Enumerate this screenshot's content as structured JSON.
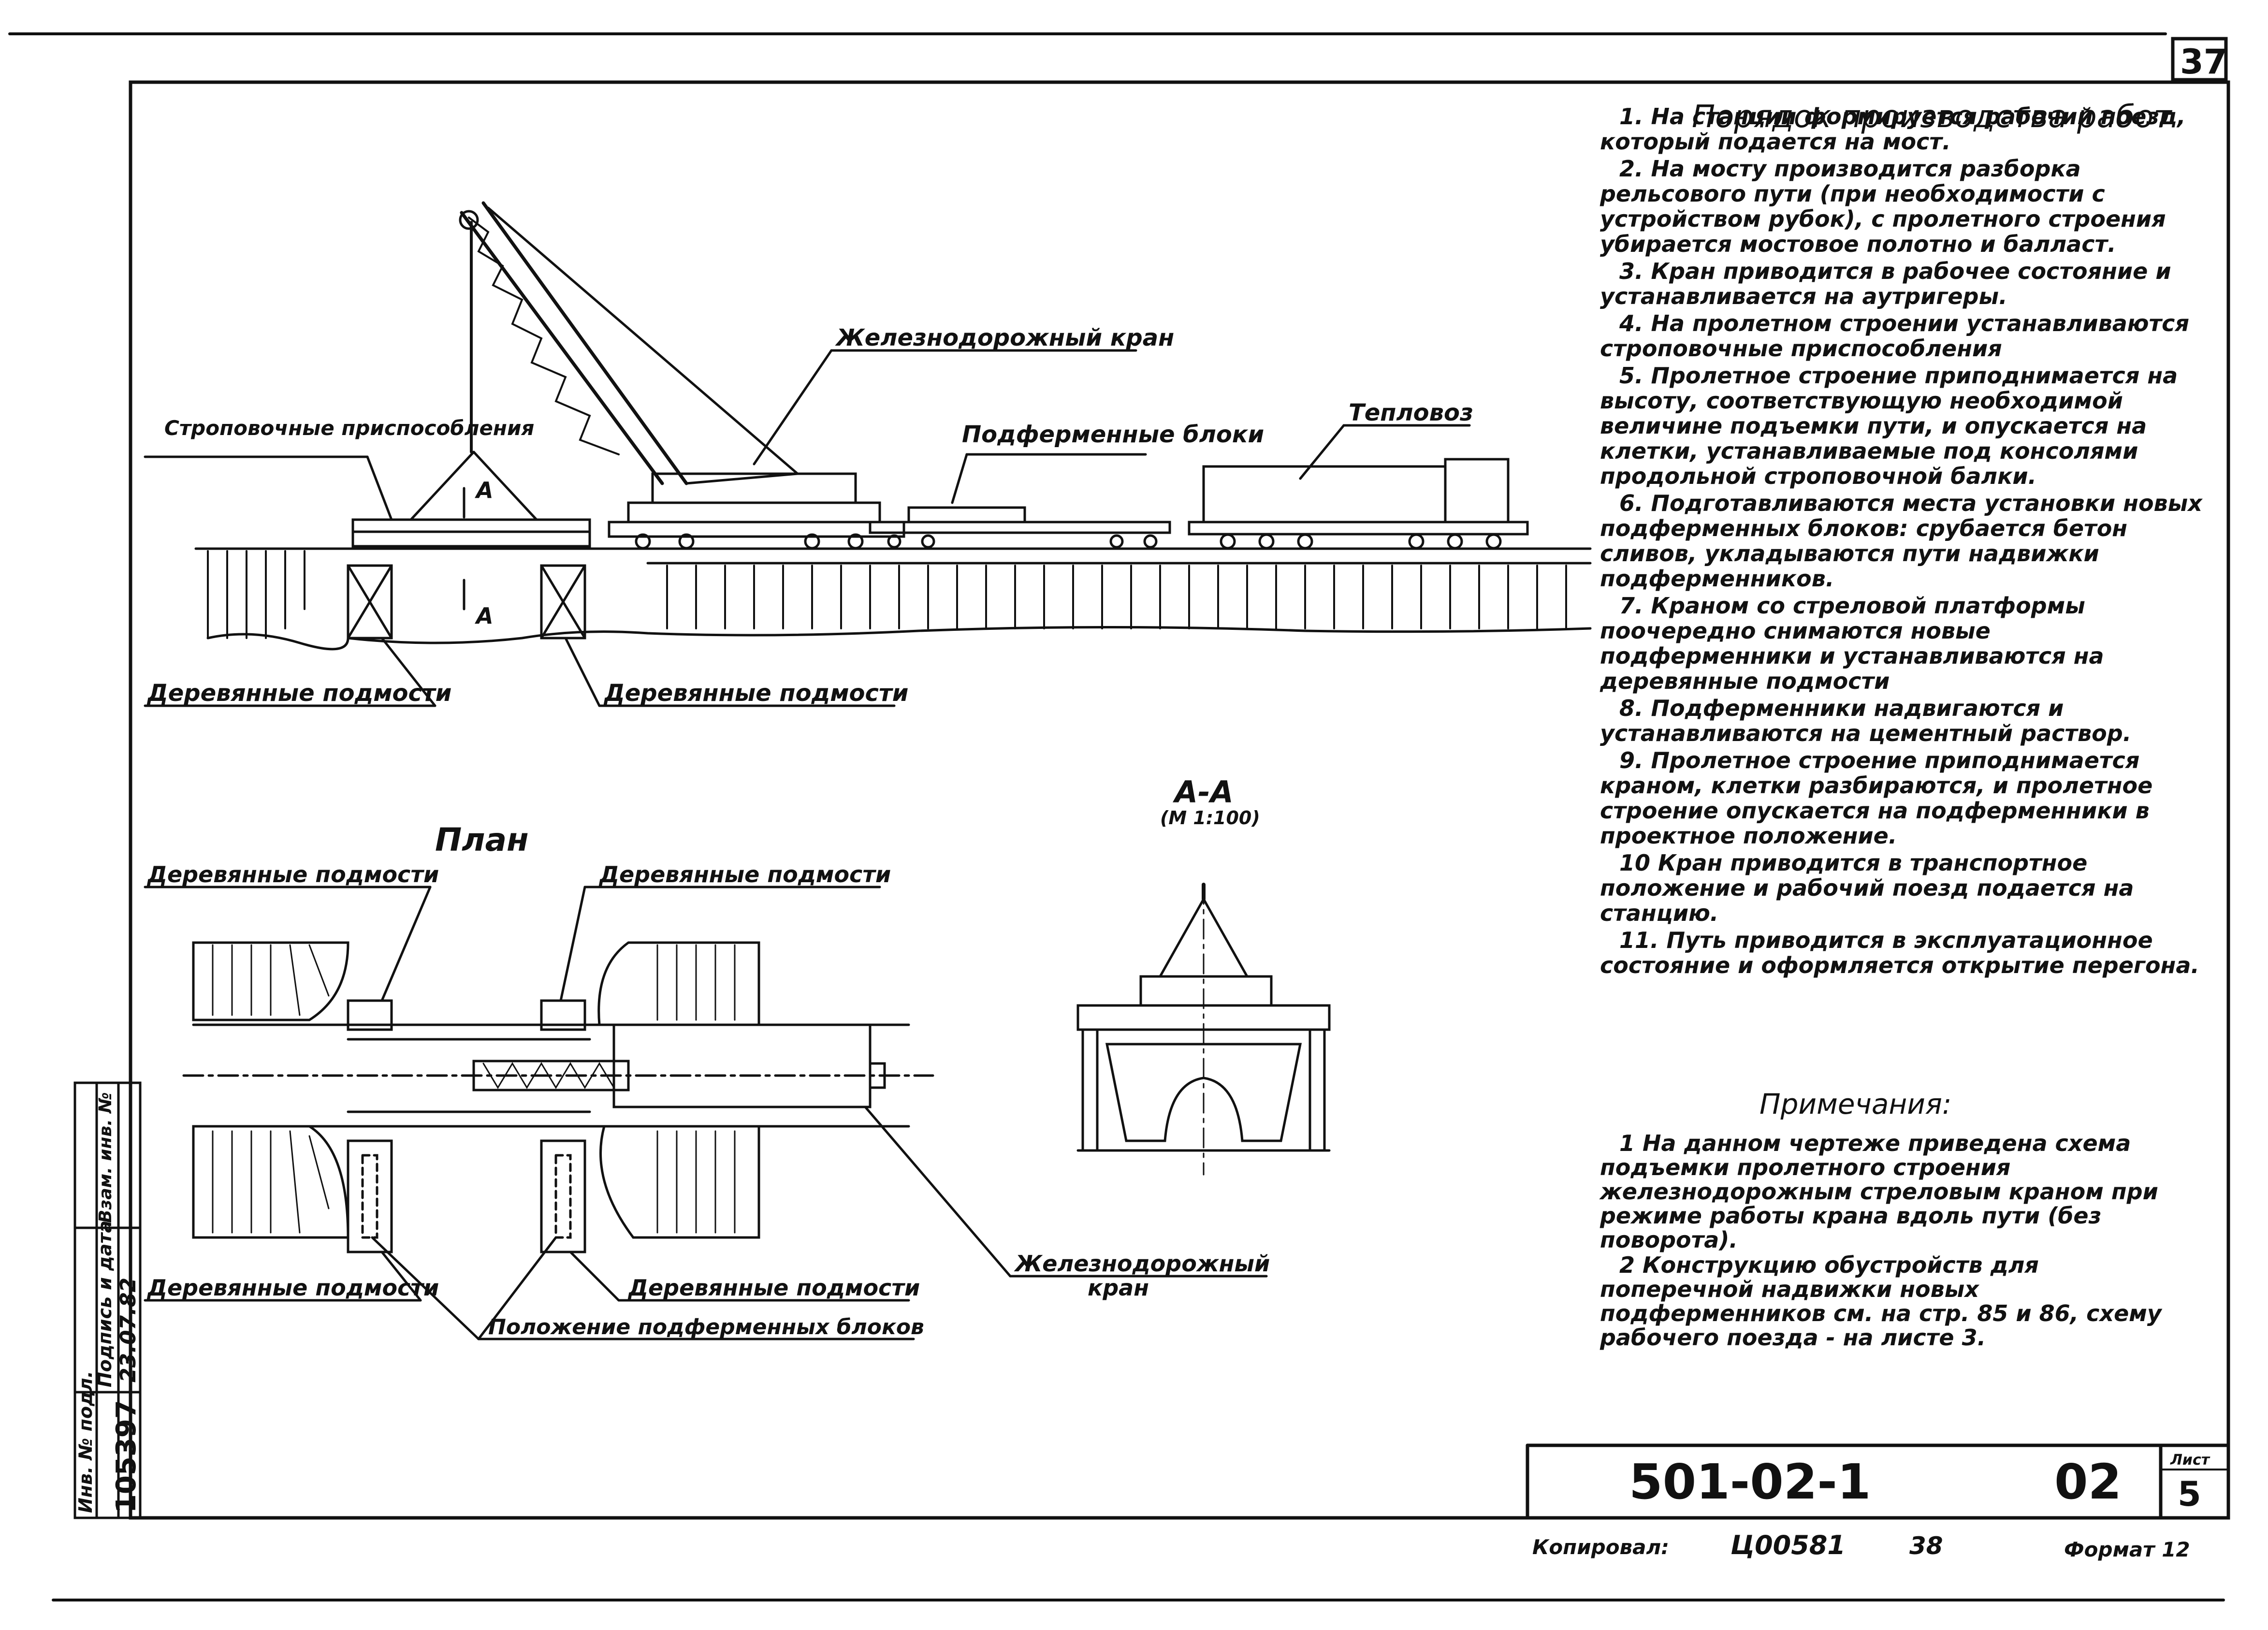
{
  "sheet": {
    "sheet_number": "37",
    "doc_code": "501-02-1",
    "issue": "02",
    "list_label": "Лист",
    "list_number": "5",
    "copied_label": "Копировал:",
    "copy_code": "Ц00581",
    "copy_num": "38",
    "format_label": "Формат 12"
  },
  "side_stamp": {
    "inv_label": "Инв. № подл.",
    "inv_value": "105397",
    "sign_label": "Подпись и дата",
    "sign_value": "23.07.82",
    "replace_label": "Взам. инв. №"
  },
  "elevation": {
    "crane_label": "Железнодорожный кран",
    "slings_label": "Строповочные приспособления",
    "blocks_label": "Подферменные блоки",
    "loco_label": "Тепловоз",
    "scaffold_left_label": "Деревянные подмости",
    "scaffold_right_label": "Деревянные подмости",
    "section_mark": "А"
  },
  "plan": {
    "title": "План",
    "scaffold_tl": "Деревянные подмости",
    "scaffold_tr": "Деревянные подмости",
    "scaffold_bl": "Деревянные подмости",
    "scaffold_br": "Деревянные подмости",
    "blocks_position": "Положение подферменных блоков",
    "crane_label_1": "Железнодорожный",
    "crane_label_2": "кран"
  },
  "section": {
    "title": "А-А",
    "scale": "(М 1:100)"
  },
  "procedure": {
    "title": "Порядок производства работ",
    "steps": [
      "1. На станции формируется рабочий поезд, который подается на мост.",
      "2. На мосту производится разборка рельсового пути (при необходимости с устройством рубок), с пролетного строения убирается мостовое полотно и балласт.",
      "3. Кран приводится в рабочее состояние и устанавливается на аутригеры.",
      "4. На пролетном строении устанавливаются строповочные приспособления",
      "5. Пролетное строение приподнимается на высоту, соответствующую необходимой величине подъемки пути, и опускается на клетки, устанавливаемые под консолями продольной строповочной балки.",
      "6. Подготавливаются места установки новых подферменных блоков: срубается бетон сливов, укладываются пути надвижки подферменников.",
      "7. Краном со стреловой платформы поочередно снимаются новые подферменники и устанавливаются на деревянные подмости",
      "8. Подферменники надвигаются и устанавливаются на цементный раствор.",
      "9. Пролетное строение приподнимается краном, клетки разбираются, и пролетное строение опускается на подферменники в проектное положение.",
      "10 Кран приводится в транспортное положение и рабочий поезд подается на станцию.",
      "11. Путь приводится в эксплуатационное состояние и оформляется открытие перегона."
    ]
  },
  "notes": {
    "title": "Примечания:",
    "items": [
      "1 На данном чертеже приведена схема подъемки пролетного строения железнодорожным стреловым краном при режиме работы крана вдоль пути (без поворота).",
      "2 Конструкцию обустройств для поперечной надвижки новых подферменников см. на стр. 85 и 86, схему рабочего поезда - на листе 3."
    ]
  }
}
